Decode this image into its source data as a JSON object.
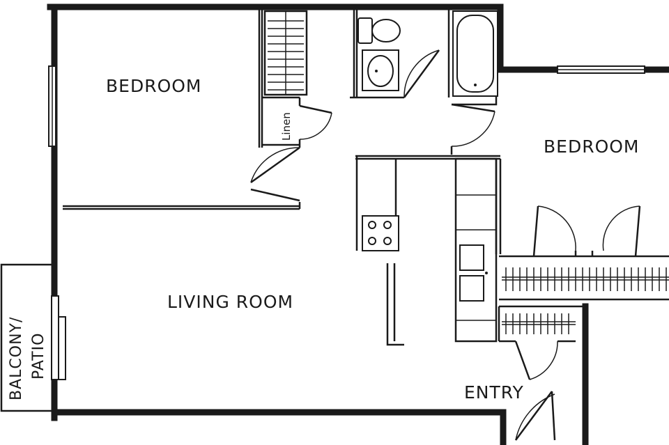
{
  "rooms": {
    "bedroom_1": "BEDROOM",
    "bedroom_2": "BEDROOM",
    "living_room": "LIVING ROOM",
    "entry": "ENTRY",
    "linen": "Linen",
    "balcony_line1": "BALCONY/",
    "balcony_line2": "PATIO"
  },
  "icons": [
    "toilet-icon",
    "sink-icon",
    "bathtub-icon",
    "stove-icon",
    "kitchen-sink-icon",
    "door-swing-icon",
    "closet-rod-icon",
    "window-icon"
  ]
}
